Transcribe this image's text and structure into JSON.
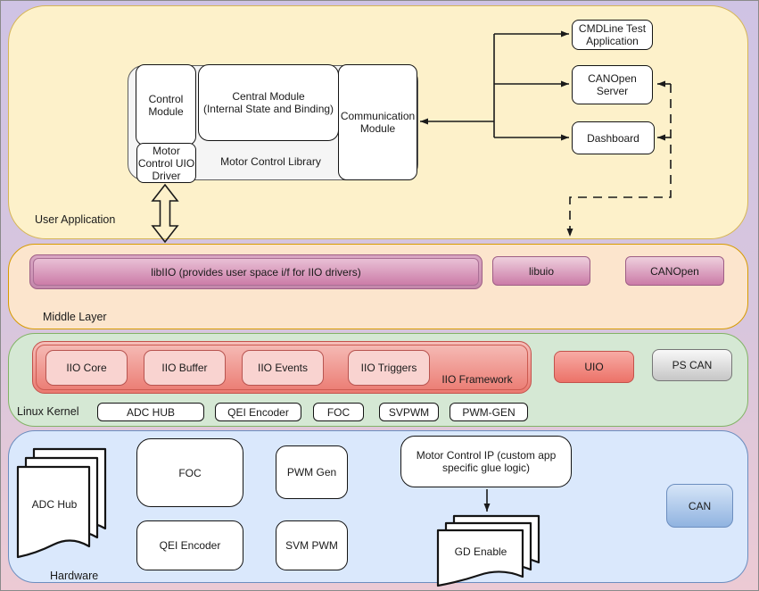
{
  "layers": {
    "user_application": {
      "label": "User Application"
    },
    "middle": {
      "label": "Middle Layer"
    },
    "kernel": {
      "label": "Linux Kernel"
    },
    "hardware": {
      "label": "Hardware"
    }
  },
  "user_app": {
    "control_module": "Control\nModule",
    "central_module": "Central Module\n(Internal State and Binding)",
    "communication_module": "Communication\nModule",
    "motor_control_uio_driver": "Motor\nControl UIO\nDriver",
    "library_label": "Motor Control Library",
    "cmdline_test": "CMDLine Test\nApplication",
    "canopen_server": "CANOpen\nServer",
    "dashboard": "Dashboard"
  },
  "middle": {
    "libiio": "libIIO (provides user space i/f for IIO drivers)",
    "libuio": "libuio",
    "canopen": "CANOpen"
  },
  "kernel": {
    "framework_label": "IIO Framework",
    "iio_modules": [
      "IIO Core",
      "IIO Buffer",
      "IIO Events",
      "IIO Triggers"
    ],
    "uio": "UIO",
    "ps_can": "PS CAN",
    "drivers": [
      "ADC HUB",
      "QEI Encoder",
      "FOC",
      "SVPWM",
      "PWM-GEN"
    ]
  },
  "hardware": {
    "adc_hub": "ADC Hub",
    "foc": "FOC",
    "pwm_gen": "PWM Gen",
    "qei_encoder": "QEI Encoder",
    "svm_pwm": "SVM PWM",
    "motor_control_ip": "Motor Control IP (custom app\nspecific glue logic)",
    "gd_enable": "GD Enable",
    "can": "CAN"
  },
  "colors": {
    "user_app_fill": "#fdf1ca",
    "user_app_stroke": "#d6b656",
    "middle_fill": "#fce5cd",
    "middle_stroke": "#d79b00",
    "kernel_fill": "#d5e8d4",
    "kernel_stroke": "#82b366",
    "hardware_fill": "#dae8fc",
    "hardware_stroke": "#6c8ebf",
    "pink_gradient_top": "#eecfdd",
    "pink_gradient_bottom": "#cb7ba7",
    "pink_stroke": "#9e5e85",
    "red_fill": "#f9d3d0",
    "red_stroke": "#b85450",
    "background_top": "#cfc3e4",
    "background_bottom": "#eccad4"
  }
}
